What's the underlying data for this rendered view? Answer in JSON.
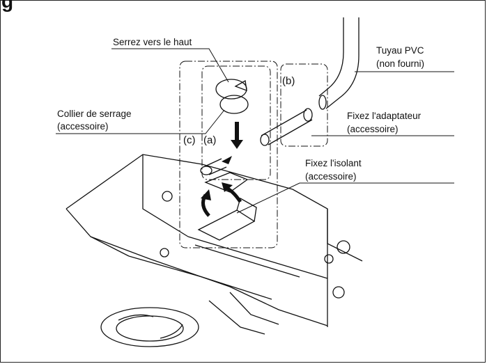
{
  "figure": {
    "heading": "g"
  },
  "labels": {
    "serrez": "Serrez vers le haut",
    "collier_1": "Collier de serrage",
    "collier_2": "(accessoire)",
    "tuyau_1": "Tuyau PVC",
    "tuyau_2": "(non fourni)",
    "adaptateur_1": "Fixez l'adaptateur",
    "adaptateur_2": "(accessoire)",
    "isolant_1": "Fixez l'isolant",
    "isolant_2": "(accessoire)"
  },
  "markers": {
    "a": "(a)",
    "b": "(b)",
    "c": "(c)"
  }
}
